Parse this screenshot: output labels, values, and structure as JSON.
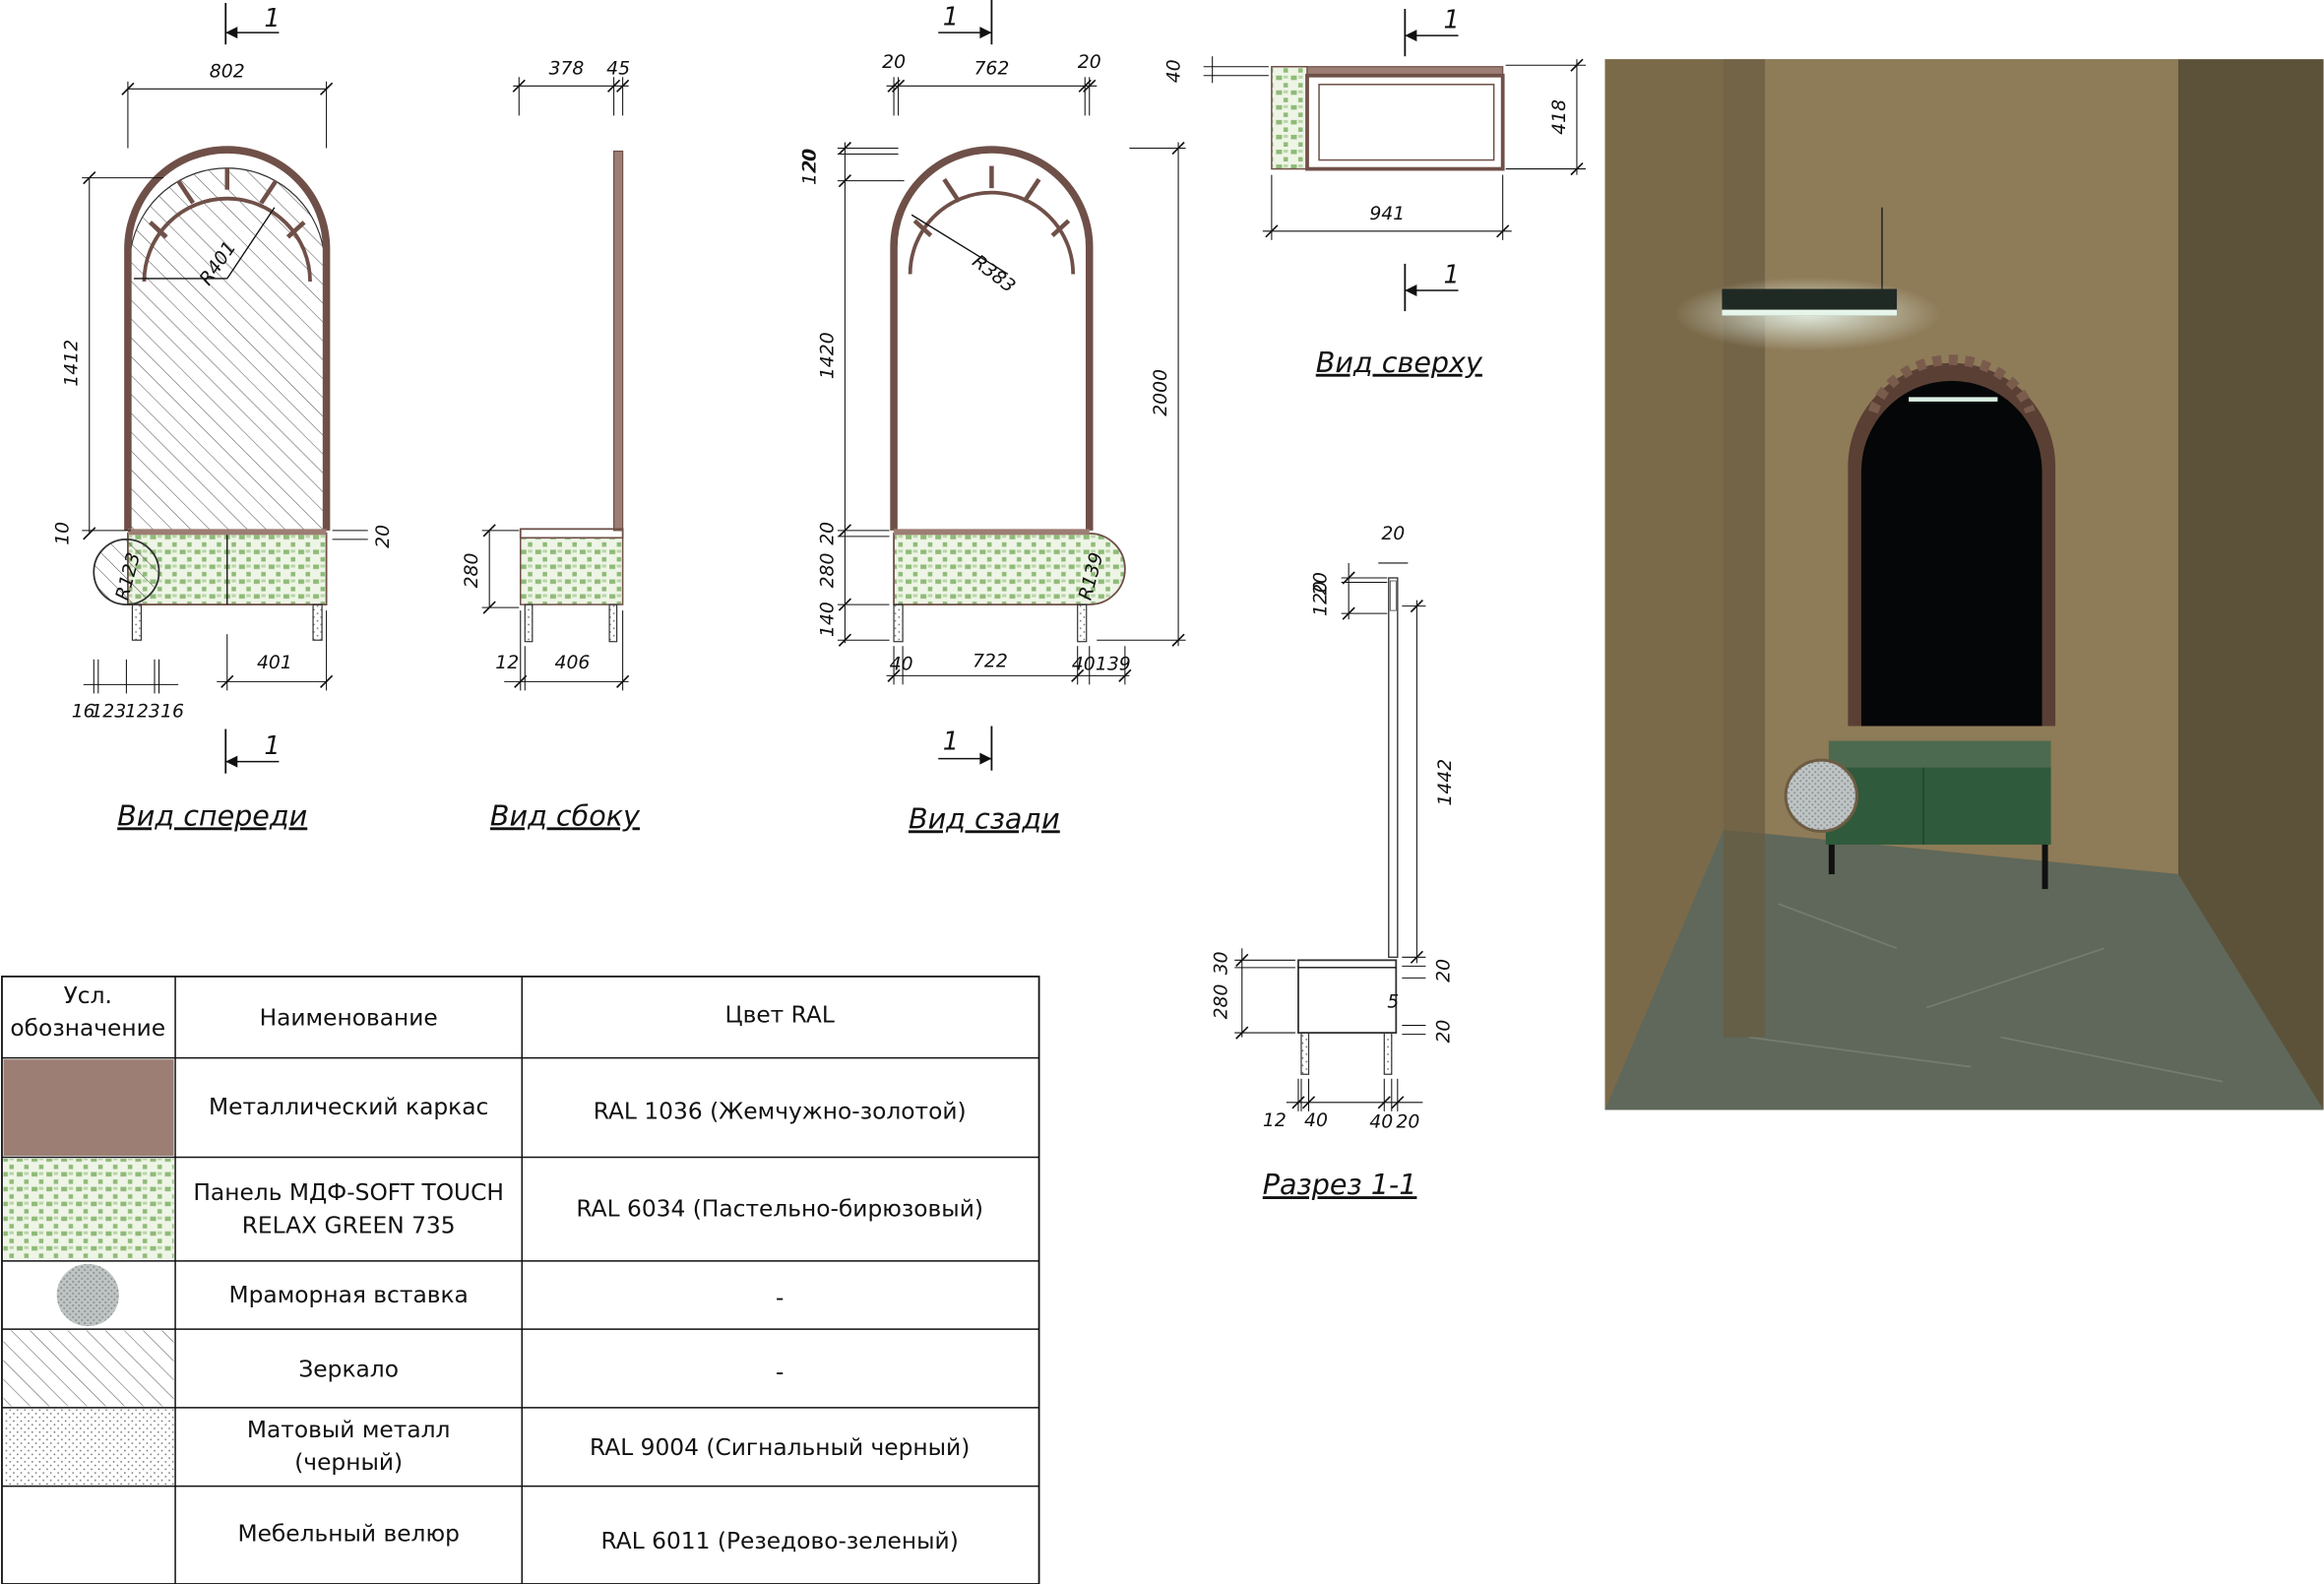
{
  "colors": {
    "frame": "#9c7e74",
    "panel_green": "#8fba78",
    "marble": "#a9b0b0",
    "room_wall": "#8c7a57",
    "room_floor": "#5d6759",
    "cabinet_green": "#2f5a3b"
  },
  "section_marker": "1",
  "views": {
    "front": {
      "title": "Вид спереди",
      "dims": {
        "width": "802",
        "height": "1412",
        "radius": "R401",
        "gap_top": "10",
        "gap_right": "20",
        "small_radius": "R123",
        "bench_width": "401",
        "b1": "16",
        "b2": "123",
        "b3": "123",
        "b4": "16"
      }
    },
    "side": {
      "title": "Вид сбоку",
      "dims": {
        "top_a": "378",
        "top_b": "45",
        "seat_h": "280",
        "leg": "12",
        "depth": "406"
      }
    },
    "back": {
      "title": "Вид сзади",
      "dims": {
        "top_l": "20",
        "top_c": "762",
        "top_r": "20",
        "v1": "120",
        "v2": "20",
        "v3": "1420",
        "v4": "20",
        "v5": "280",
        "v6": "140",
        "total": "2000",
        "radius": "R383",
        "small_radius": "R139",
        "b1": "40",
        "b2": "722",
        "b3": "40",
        "b4": "139"
      }
    },
    "top": {
      "title": "Вид сверху",
      "dims": {
        "thick": "40",
        "depth": "418",
        "width": "941"
      }
    },
    "section": {
      "title": "Разрез 1-1",
      "dims": {
        "top": "20",
        "v1": "120",
        "v2": "20",
        "panel": "1442",
        "s1": "30",
        "s2": "280",
        "r1": "20",
        "r2": "5",
        "r3": "20",
        "b1": "12",
        "b2": "40",
        "b3": "40",
        "b4": "20"
      }
    }
  },
  "legend": {
    "headers": [
      "Усл. обозначение",
      "Наименование",
      "Цвет RAL"
    ],
    "rows": [
      {
        "symbol": "solid-frame",
        "name": "Металлический каркас",
        "color": "RAL 1036 (Жемчужно-золотой)"
      },
      {
        "symbol": "green-pattern",
        "name": "Панель МДФ-SOFT TOUCH RELAX GREEN 735",
        "color": "RAL 6034 (Пастельно-бирюзовый)"
      },
      {
        "symbol": "marble-circle",
        "name": "Мраморная вставка",
        "color": "-"
      },
      {
        "symbol": "hatch-diagonal",
        "name": "Зеркало",
        "color": "-"
      },
      {
        "symbol": "dots",
        "name": "Матовый металл (черный)",
        "color": "RAL 9004 (Сигнальный черный)"
      },
      {
        "symbol": "blank",
        "name": "Мебельный велюр",
        "color": "RAL 6011 (Резедово-зеленый)"
      }
    ]
  }
}
